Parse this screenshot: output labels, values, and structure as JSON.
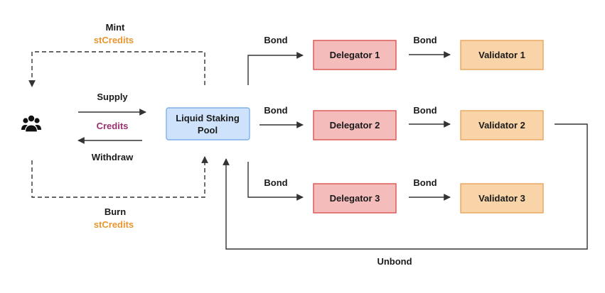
{
  "colors": {
    "line": "#333333",
    "pool_fill": "#cfe2fb",
    "pool_stroke": "#7fb0e8",
    "delegator_fill": "#f5bcbc",
    "delegator_stroke": "#d9534f",
    "validator_fill": "#f9d4a8",
    "validator_stroke": "#e9a55c",
    "accent_orange": "#e8962f",
    "accent_purple": "#9b2f6e"
  },
  "user_icon": "users-group-icon",
  "labels": {
    "mint_title": "Mint",
    "mint_token": "stCredits",
    "supply": "Supply",
    "credits": "Credits",
    "withdraw": "Withdraw",
    "burn_title": "Burn",
    "burn_token": "stCredits",
    "unbond": "Unbond",
    "bond_1": "Bond",
    "bond_2": "Bond",
    "bond_3": "Bond",
    "bond_4": "Bond",
    "bond_5": "Bond",
    "bond_6": "Bond"
  },
  "pool": {
    "line1": "Liquid Staking",
    "line2": "Pool"
  },
  "delegators": [
    "Delegator 1",
    "Delegator 2",
    "Delegator 3"
  ],
  "validators": [
    "Validator 1",
    "Validator 2",
    "Validator 3"
  ]
}
